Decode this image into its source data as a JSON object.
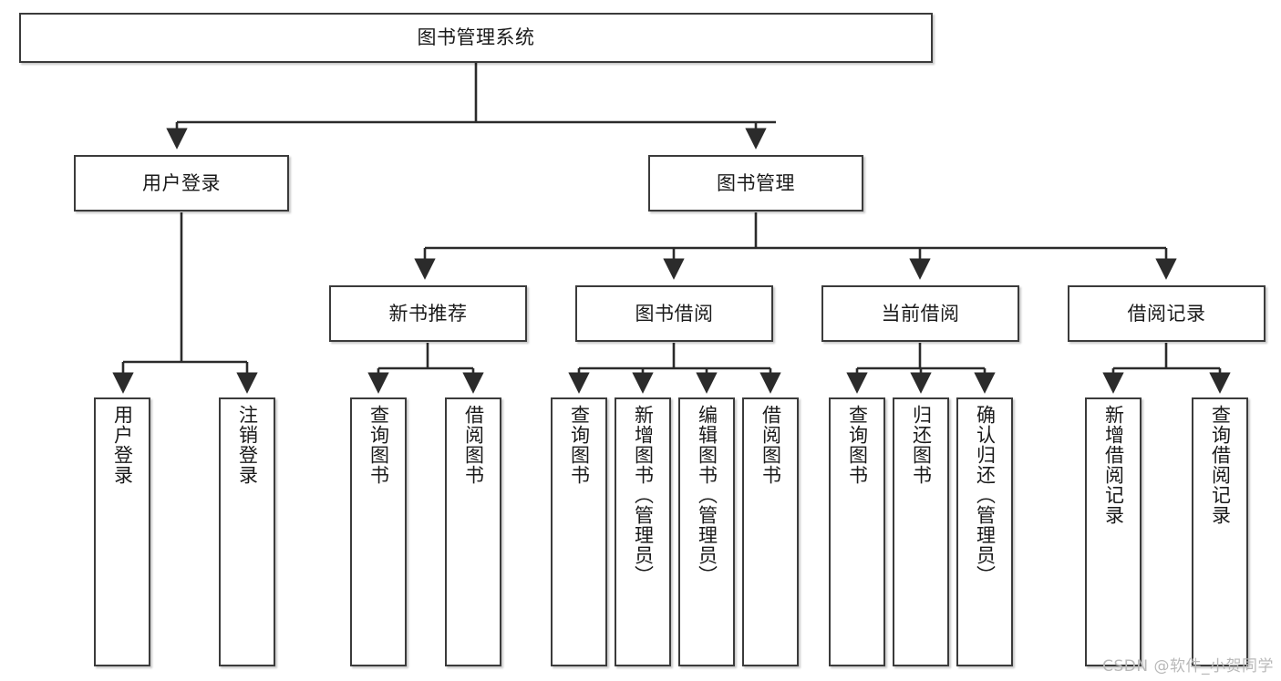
{
  "diagram": {
    "type": "tree",
    "title": "图书管理系统",
    "colors": {
      "box_border": "#3b3b3b",
      "box_fill": "#ffffff",
      "connector": "#2b2b2b",
      "text": "#1a1a1a",
      "watermark": "#b9b9b9",
      "background": "#ffffff"
    },
    "watermark": "CSDN @软件_小贺同学",
    "nodes": {
      "root": {
        "label": "图书管理系统"
      },
      "level2": [
        {
          "label": "用户登录"
        },
        {
          "label": "图书管理"
        }
      ],
      "level3": [
        {
          "label": "新书推荐"
        },
        {
          "label": "图书借阅"
        },
        {
          "label": "当前借阅"
        },
        {
          "label": "借阅记录"
        }
      ],
      "leaves": {
        "user_login": [
          {
            "label": "用户登录"
          },
          {
            "label": "注销登录"
          }
        ],
        "new_book_recommend": [
          {
            "label": "查询图书"
          },
          {
            "label": "借阅图书"
          }
        ],
        "book_borrow": [
          {
            "label": "查询图书"
          },
          {
            "label": "新增图书（管理员）"
          },
          {
            "label": "编辑图书（管理员）"
          },
          {
            "label": "借阅图书"
          }
        ],
        "current_borrow": [
          {
            "label": "查询图书"
          },
          {
            "label": "归还图书"
          },
          {
            "label": "确认归还（管理员）"
          }
        ],
        "borrow_record": [
          {
            "label": "新增借阅记录"
          },
          {
            "label": "查询借阅记录"
          }
        ]
      }
    }
  }
}
